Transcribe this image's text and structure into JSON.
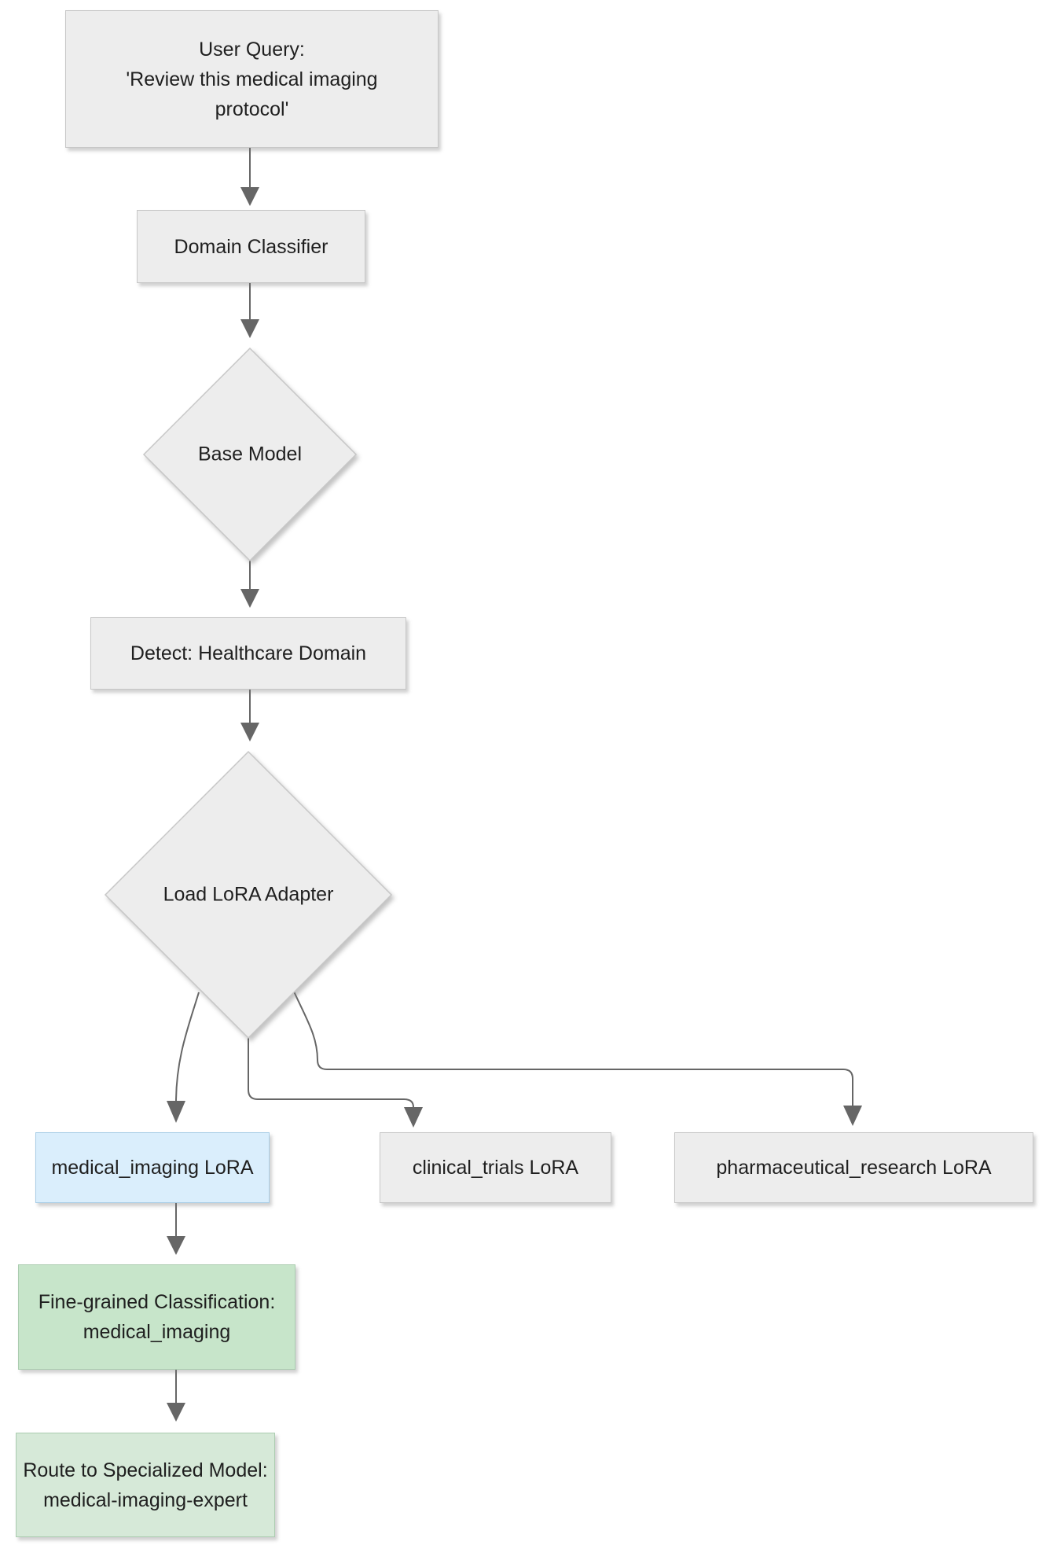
{
  "nodes": {
    "user_query": {
      "line1": "User Query:",
      "line2": "'Review this medical imaging",
      "line3": "protocol'"
    },
    "domain_classifier": {
      "label": "Domain Classifier"
    },
    "base_model": {
      "label": "Base Model"
    },
    "detect": {
      "label": "Detect: Healthcare Domain"
    },
    "load_lora": {
      "label": "Load LoRA Adapter"
    },
    "medical_lora": {
      "label": "medical_imaging LoRA"
    },
    "clinical_lora": {
      "label": "clinical_trials LoRA"
    },
    "pharma_lora": {
      "label": "pharmaceutical_research LoRA"
    },
    "fine_grained": {
      "line1": "Fine-grained Classification:",
      "line2": "medical_imaging"
    },
    "route": {
      "line1": "Route to Specialized Model:",
      "line2": "medical-imaging-expert"
    }
  },
  "colors": {
    "node_gray_fill": "#ededed",
    "node_gray_border": "#c7c7c7",
    "node_blue_fill": "#daeefc",
    "node_blue_border": "#a8cde6",
    "node_green_fill": "#c7e5ca",
    "node_green_light_fill": "#d6e9d8",
    "node_green_border": "#abccb0",
    "edge": "#666666",
    "text": "#1f1f1f",
    "background": "#ffffff"
  }
}
